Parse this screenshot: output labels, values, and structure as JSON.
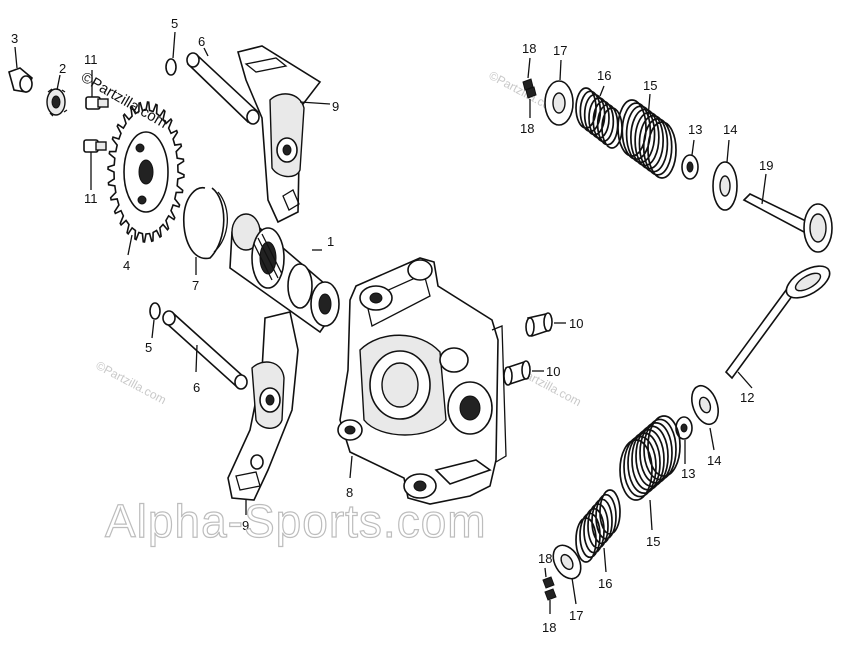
{
  "watermarks": {
    "brand_top": "©Partzilla.com",
    "brand_faint": "©Partzilla.com",
    "site": "Alpha-Sports.com"
  },
  "callouts": {
    "c1": "1",
    "c2": "2",
    "c3": "3",
    "c4": "4",
    "c5a": "5",
    "c5b": "5",
    "c6a": "6",
    "c6b": "6",
    "c7": "7",
    "c8": "8",
    "c9a": "9",
    "c9b": "9",
    "c10a": "10",
    "c10b": "10",
    "c11a": "11",
    "c11b": "11",
    "c12": "12",
    "c13a": "13",
    "c13b": "13",
    "c14a": "14",
    "c14b": "14",
    "c15a": "15",
    "c15b": "15",
    "c16a": "16",
    "c16b": "16",
    "c17a": "17",
    "c17b": "17",
    "c18a": "18",
    "c18b": "18",
    "c18c": "18",
    "c18d": "18",
    "c19": "19"
  }
}
